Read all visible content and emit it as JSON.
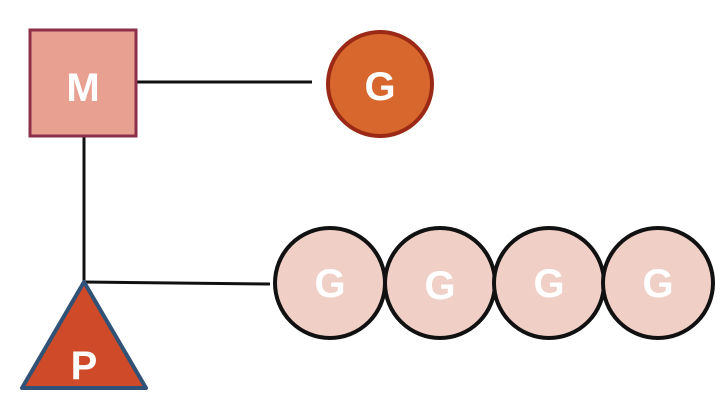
{
  "machine": {
    "label": "M",
    "fill": "#e8a190",
    "stroke": "#8b2f4b"
  },
  "processor": {
    "label": "P",
    "fill": "#cf4a28",
    "stroke": "#2f5276"
  },
  "running_goroutine": {
    "label": "G",
    "fill": "#d8672d",
    "stroke": "#9a2a16"
  },
  "run_queue": {
    "fill": "#f0cfc6",
    "stroke": "#111111",
    "items": [
      {
        "label": "G"
      },
      {
        "label": "G"
      },
      {
        "label": "G"
      },
      {
        "label": "G"
      }
    ]
  },
  "connector_color": "#111111"
}
